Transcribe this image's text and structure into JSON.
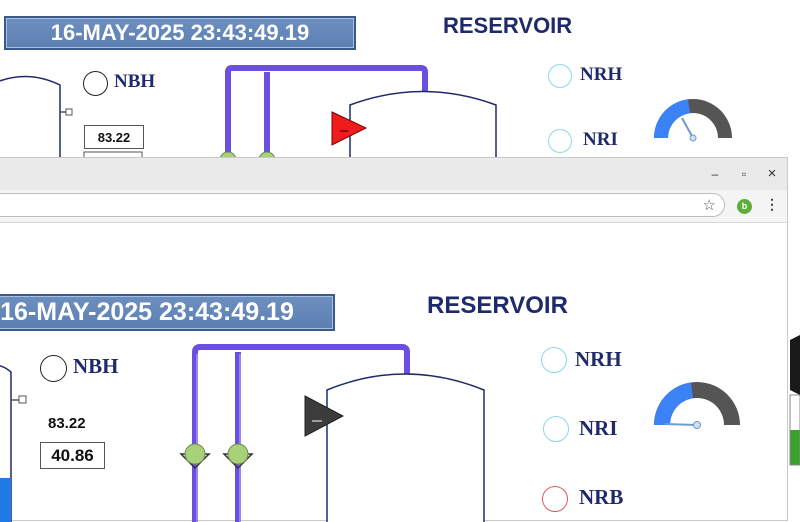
{
  "hmi": {
    "datetime": "16-MAY-2025 23:43:49.19",
    "title": "RESERVOIR",
    "labels": {
      "nbh": "NBH",
      "nrh": "NRH",
      "nri": "NRI",
      "nrb": "NRB"
    },
    "value_top": "83.22",
    "value_box": "40.86",
    "gauge_level": 0.55
  },
  "colors": {
    "header_blue": "#5c7fb2",
    "title_navy": "#1f2a6b",
    "pipe_purple": "#6b4fe0",
    "valve_green": "#a8d17a",
    "pump_red": "#ee1c1c",
    "pump_dark": "#3c3c3c",
    "gauge_blue": "#3b82f6",
    "gauge_gray": "#555555",
    "ring_cyan": "#8fd6ea",
    "ring_red": "#e05a5a",
    "tank_fill": "#1e7be6"
  },
  "icons": {
    "close": "close-icon",
    "minimize": "minimize-icon",
    "maximize": "maximize-icon",
    "bookmark": "star-icon",
    "profile": "profile-avatar",
    "menu": "kebab-menu-icon"
  },
  "browser": {
    "minimize": "–",
    "maximize": "▫",
    "close": "×",
    "star": "☆",
    "profile_letter": "b",
    "menu": "⋮"
  }
}
